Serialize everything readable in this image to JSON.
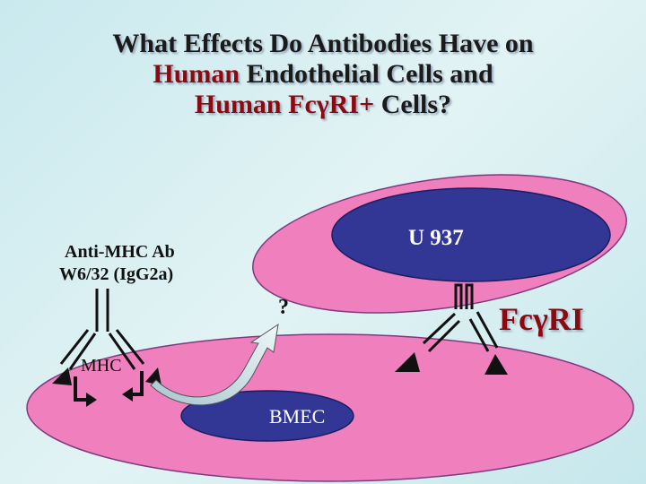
{
  "slide": {
    "title": {
      "line1": "What Effects Do Antibodies Have on",
      "line2_highlight": "Human",
      "line2_rest": " Endothelial Cells and",
      "line3_highlight": "Human FcγRI+",
      "line3_rest": " Cells?"
    },
    "labels": {
      "u937": "U 937",
      "antibody_line1": "Anti-MHC Ab",
      "antibody_line2": "W6/32 (IgG2a)",
      "question": "?",
      "receptor": "FcγRI",
      "mhc": "MHC",
      "bmec": "BMEC"
    },
    "colors": {
      "pink_cell": "#f07fbe",
      "pink_outline": "#7d3b7d",
      "navy_nucleus": "#323695",
      "title_highlight": "#8b0a12"
    }
  }
}
